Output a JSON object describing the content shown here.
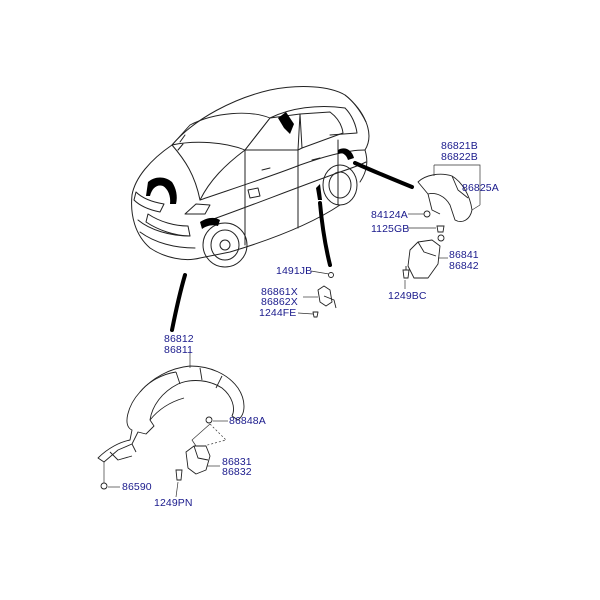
{
  "colors": {
    "label": "#1a1a8c",
    "line": "#222222",
    "leader": "#333333"
  },
  "labels": {
    "p86821B": "86821B",
    "p86822B": "86822B",
    "p86825A": "86825A",
    "p84124A": "84124A",
    "p1125GB": "1125GB",
    "p86841": "86841",
    "p86842": "86842",
    "p1249BC": "1249BC",
    "p1491JB": "1491JB",
    "p86861X": "86861X",
    "p86862X": "86862X",
    "p1244FE": "1244FE",
    "p86812": "86812",
    "p86811": "86811",
    "p86848A": "86848A",
    "p86831": "86831",
    "p86832": "86832",
    "p86590": "86590",
    "p1249PN": "1249PN"
  }
}
